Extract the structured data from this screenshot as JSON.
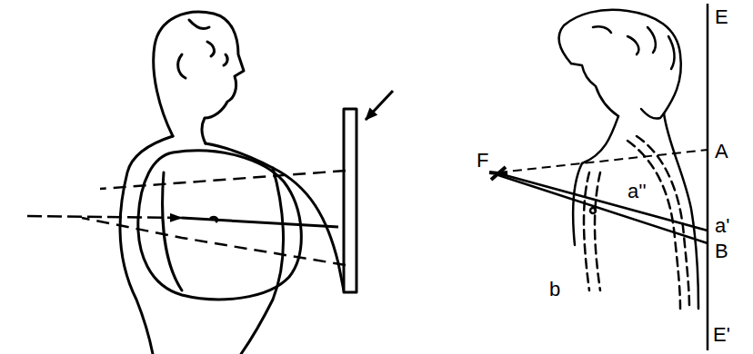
{
  "diagram": {
    "labels": [
      "E",
      "F",
      "A",
      "a''",
      "a'",
      "B",
      "b",
      "E'"
    ]
  }
}
